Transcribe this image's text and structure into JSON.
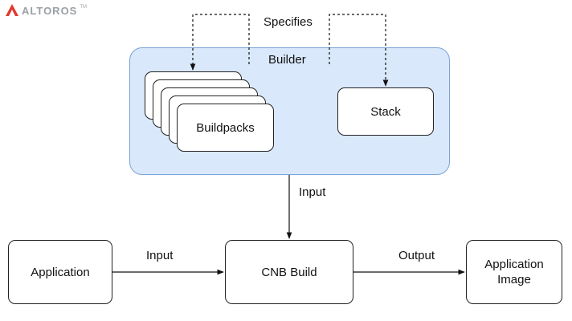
{
  "brand": {
    "name": "ALTOROS",
    "tm": "TM"
  },
  "builder": {
    "title": "Builder",
    "buildpacks_label": "Buildpacks",
    "stack_label": "Stack"
  },
  "edges": {
    "specifies": "Specifies",
    "builder_input": "Input",
    "app_input": "Input",
    "output": "Output"
  },
  "nodes": {
    "application": "Application",
    "cnb_build": "CNB Build",
    "application_image_line1": "Application",
    "application_image_line2": "Image"
  },
  "colors": {
    "builder_fill": "#d9e8fb",
    "builder_border": "#7ba3d6",
    "logo_red": "#e03a2f",
    "logo_gray": "#9aa0a6"
  }
}
